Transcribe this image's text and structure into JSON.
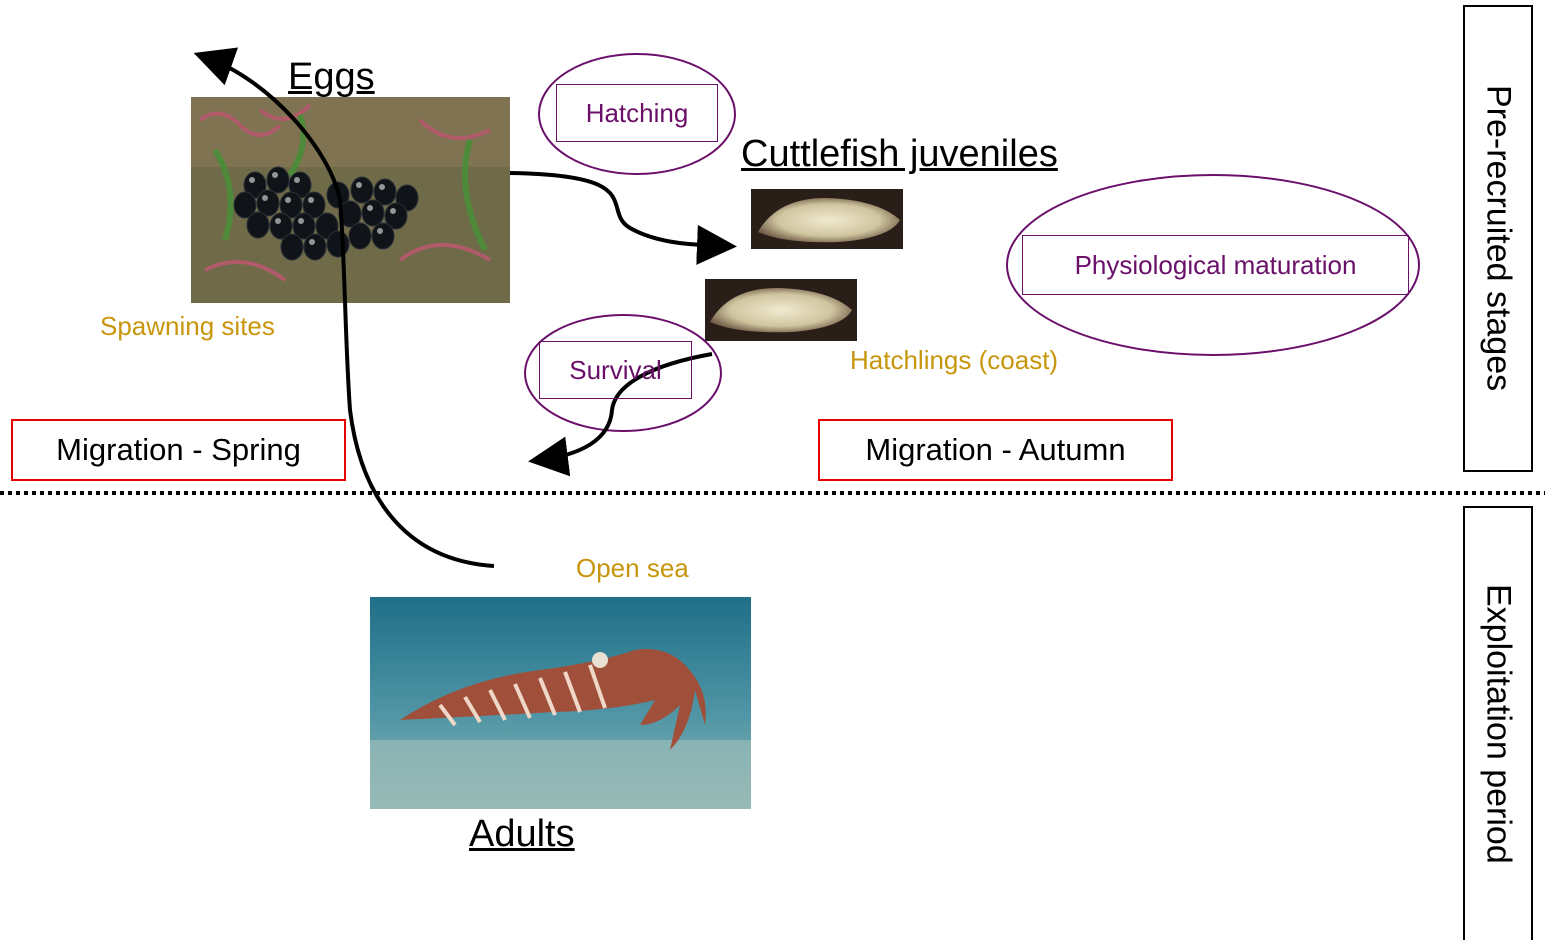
{
  "stages": {
    "eggs": "Eggs",
    "juveniles": "Cuttlefish juveniles",
    "adults": "Adults"
  },
  "processes": {
    "hatching": "Hatching",
    "survival": "Survival",
    "maturation": "Physiological maturation"
  },
  "locations": {
    "spawning_sites": "Spawning sites",
    "hatchlings": "Hatchlings (coast)",
    "open_sea": "Open sea"
  },
  "migrations": {
    "spring": "Migration - Spring",
    "autumn": "Migration - Autumn"
  },
  "periods": {
    "pre_recruited": "Pre-recruited stages",
    "exploitation": "Exploitation period"
  },
  "colors": {
    "process": "#6a0f6a",
    "location": "#c8960c",
    "migration_border": "#e60000"
  }
}
